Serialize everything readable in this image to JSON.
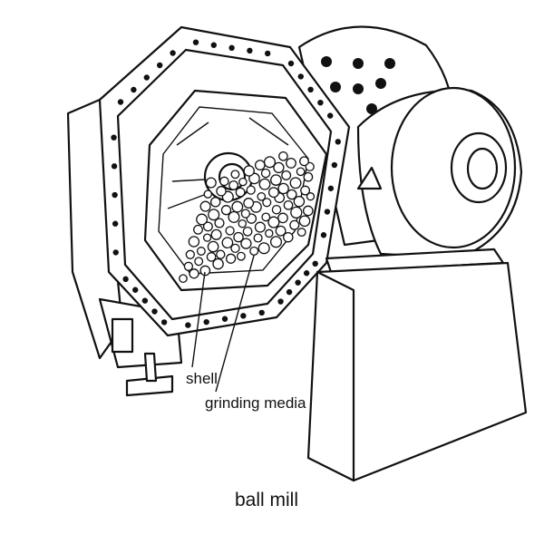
{
  "diagram": {
    "labels": {
      "shell": "shell",
      "grinding_media": "grinding media",
      "title": "ball mill"
    },
    "colors": {
      "ink": "#111111",
      "background": "#ffffff"
    }
  }
}
